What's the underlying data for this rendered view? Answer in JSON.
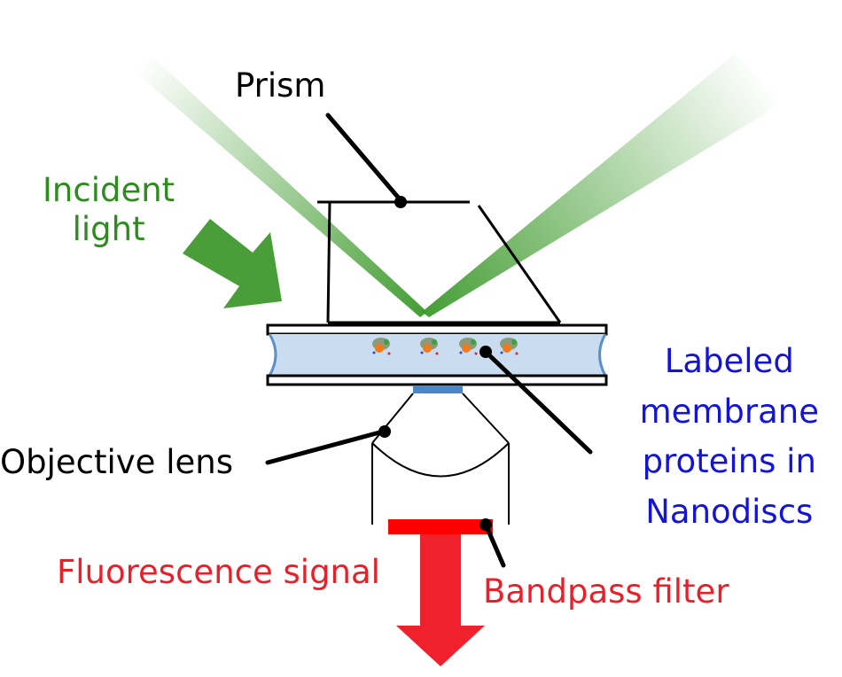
{
  "labels": {
    "prism": "Prism",
    "incident_light": [
      "Incident",
      "light"
    ],
    "labeled_proteins": [
      "Labeled",
      "membrane",
      "proteins in",
      "Nanodiscs"
    ],
    "objective_lens": "Objective lens",
    "fluorescence_signal": "Fluorescence signal",
    "bandpass_filter": "Bandpass filter"
  },
  "colors": {
    "incident": "#2e8b1e",
    "beam": "#3d9a2c",
    "proteins_text": "#1414d6",
    "signal": "#e8202a",
    "sample_fill": "#c9dcf0",
    "sample_edge": "#5b8fc9",
    "lens_top": "#4a86c8",
    "line": "#000000"
  }
}
